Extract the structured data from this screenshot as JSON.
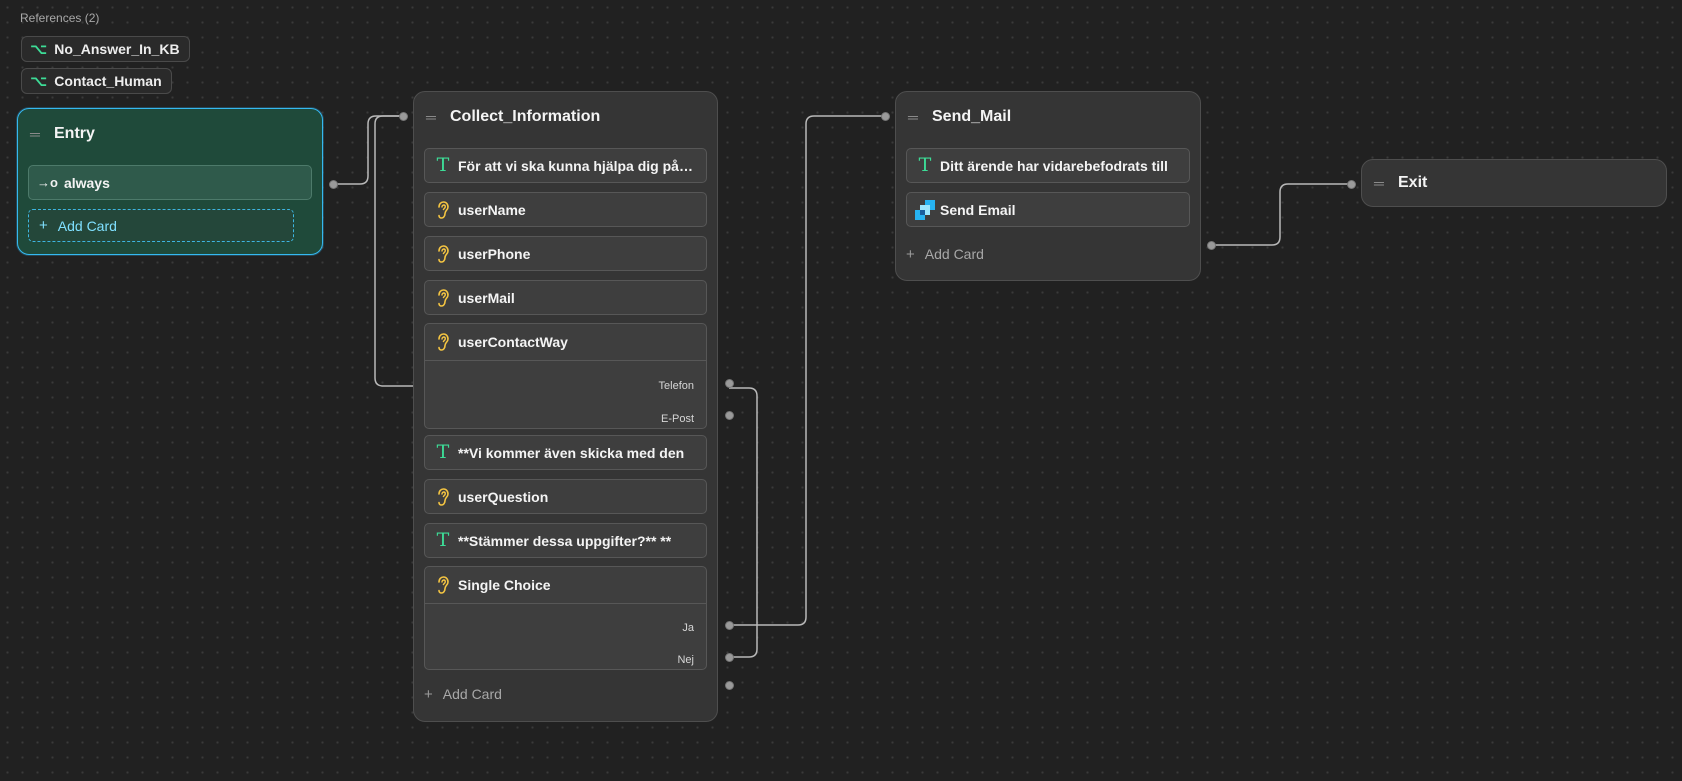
{
  "references": {
    "label": "References (2)",
    "items": [
      {
        "label": "No_Answer_In_KB",
        "icon": "reference-icon"
      },
      {
        "label": "Contact_Human",
        "icon": "reference-icon"
      }
    ]
  },
  "nodes": {
    "entry": {
      "title": "Entry",
      "cards": [
        {
          "label": "always",
          "icon": "arrow-circle-icon"
        }
      ],
      "add_card": "Add Card"
    },
    "collect": {
      "title": "Collect_Information",
      "cards": [
        {
          "type": "text",
          "label": "För att vi ska kunna hjälpa dig på bästa sätt",
          "icon": "text-icon"
        },
        {
          "type": "capture",
          "label": "userName",
          "icon": "ear-icon"
        },
        {
          "type": "capture",
          "label": "userPhone",
          "icon": "ear-icon"
        },
        {
          "type": "capture",
          "label": "userMail",
          "icon": "ear-icon"
        },
        {
          "type": "choice",
          "label": "userContactWay",
          "icon": "ear-icon",
          "options": [
            "Telefon",
            "E-Post"
          ]
        },
        {
          "type": "text",
          "label": "**Vi kommer även skicka med den",
          "icon": "text-icon"
        },
        {
          "type": "capture",
          "label": "userQuestion",
          "icon": "ear-icon"
        },
        {
          "type": "text",
          "label": "**Stämmer dessa uppgifter?** **",
          "icon": "text-icon"
        },
        {
          "type": "choice",
          "label": "Single Choice",
          "icon": "ear-icon",
          "options": [
            "Ja",
            "Nej"
          ]
        }
      ],
      "add_card": "Add Card"
    },
    "send_mail": {
      "title": "Send_Mail",
      "cards": [
        {
          "type": "text",
          "label": "Ditt ärende har vidarebefodrats till",
          "icon": "text-icon"
        },
        {
          "type": "action",
          "label": "Send Email",
          "icon": "send-email-icon"
        }
      ],
      "add_card": "Add Card"
    },
    "exit": {
      "title": "Exit"
    }
  },
  "colors": {
    "canvas": "#212121",
    "node": "#353535",
    "entry_node": "#1f4a3a",
    "selection": "#35b8f0",
    "text_icon": "#3ddc97",
    "capture_icon": "#f5c542"
  }
}
